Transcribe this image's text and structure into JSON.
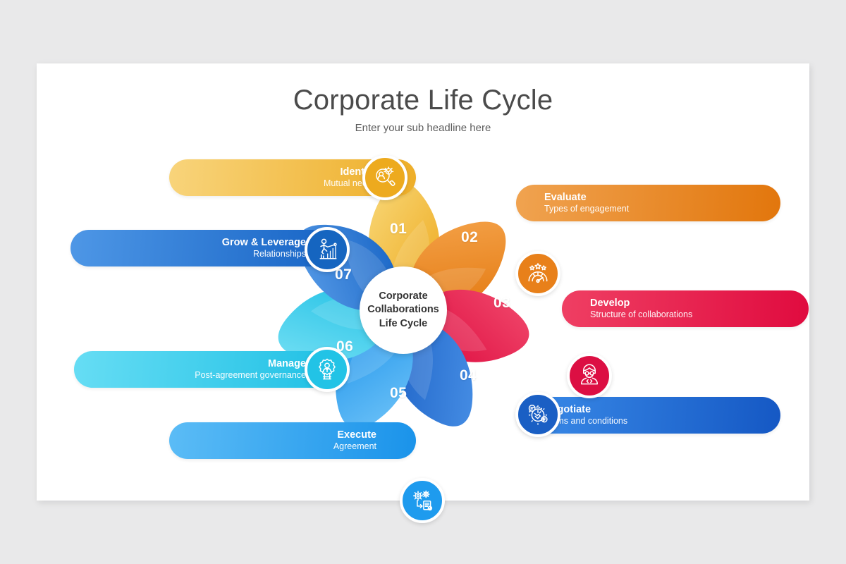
{
  "page": {
    "background_color": "#e9e9ea",
    "card_color": "#ffffff"
  },
  "header": {
    "title": "Corporate Life Cycle",
    "subtitle": "Enter your sub headline here"
  },
  "hub": {
    "line1": "Corporate",
    "line2": "Collaborations",
    "line3": "Life Cycle"
  },
  "steps": [
    {
      "number": "01",
      "title": "Identify",
      "subtitle": "Mutual needs",
      "side": "left",
      "icon": "magnifier-person-check-icon",
      "color": "#edaa1e",
      "bar_from": "#f6cf6a",
      "bar_to": "#edaa1e",
      "petal_color": "#f2bb42"
    },
    {
      "number": "02",
      "title": "Evaluate",
      "subtitle": "Types of engagement",
      "side": "right",
      "icon": "gauge-stars-rating-icon",
      "color": "#e8801a",
      "bar_from": "#f09a3c",
      "bar_to": "#e2760c",
      "petal_color": "#ef8f28"
    },
    {
      "number": "03",
      "title": "Develop",
      "subtitle": "Structure of collaborations",
      "side": "right",
      "icon": "developer-person-code-icon",
      "color": "#dc0f43",
      "bar_from": "#ef3a5f",
      "bar_to": "#e00b3f",
      "petal_color": "#e51f4d"
    },
    {
      "number": "04",
      "title": "Negotiate",
      "subtitle": "Terms and conditions",
      "side": "right",
      "icon": "handshake-network-icon",
      "color": "#1a5fc4",
      "bar_from": "#2f86e8",
      "bar_to": "#1558c4",
      "petal_color": "#2c74d4"
    },
    {
      "number": "05",
      "title": "Execute",
      "subtitle": "Agreement",
      "side": "left",
      "icon": "gears-document-icon",
      "color": "#1e9bee",
      "bar_from": "#55b8f5",
      "bar_to": "#1a93ea",
      "petal_color": "#39a6f0"
    },
    {
      "number": "06",
      "title": "Manage",
      "subtitle": "Post-agreement governance",
      "side": "left",
      "icon": "gear-person-icon",
      "color": "#22c3e6",
      "bar_from": "#5fdcf3",
      "bar_to": "#1dbfe4",
      "petal_color": "#3ecee9"
    },
    {
      "number": "07",
      "title": "Grow & Leverage",
      "subtitle": "Relationships",
      "side": "left",
      "icon": "person-growth-chart-icon",
      "color": "#1565c0",
      "bar_from": "#4a93e4",
      "bar_to": "#1562c4",
      "petal_color": "#2a7cd8"
    }
  ]
}
